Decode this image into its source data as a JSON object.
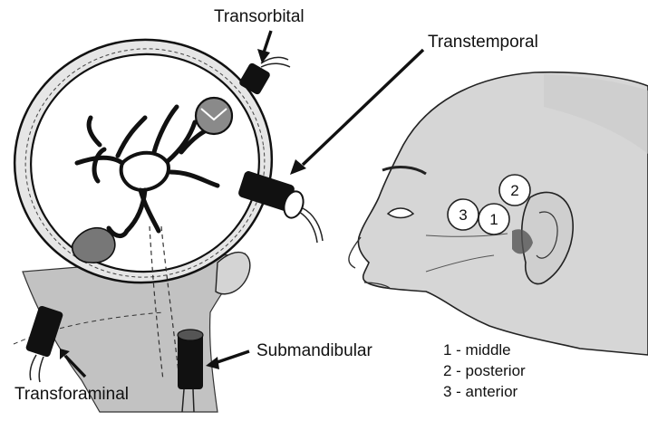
{
  "labels": {
    "transorbital": "Transorbital",
    "transtemporal": "Transtemporal",
    "submandibular": "Submandibular",
    "transforaminal": "Transforaminal"
  },
  "window_markers": [
    "1",
    "2",
    "3"
  ],
  "legend": [
    "1 - middle",
    "2 - posterior",
    "3 - anterior"
  ],
  "colors": {
    "ink": "#111111",
    "skin": "#d8d8d8",
    "skull": "#ffffff",
    "probe": "#1a1a1a",
    "shadow": "#9a9a9a"
  }
}
